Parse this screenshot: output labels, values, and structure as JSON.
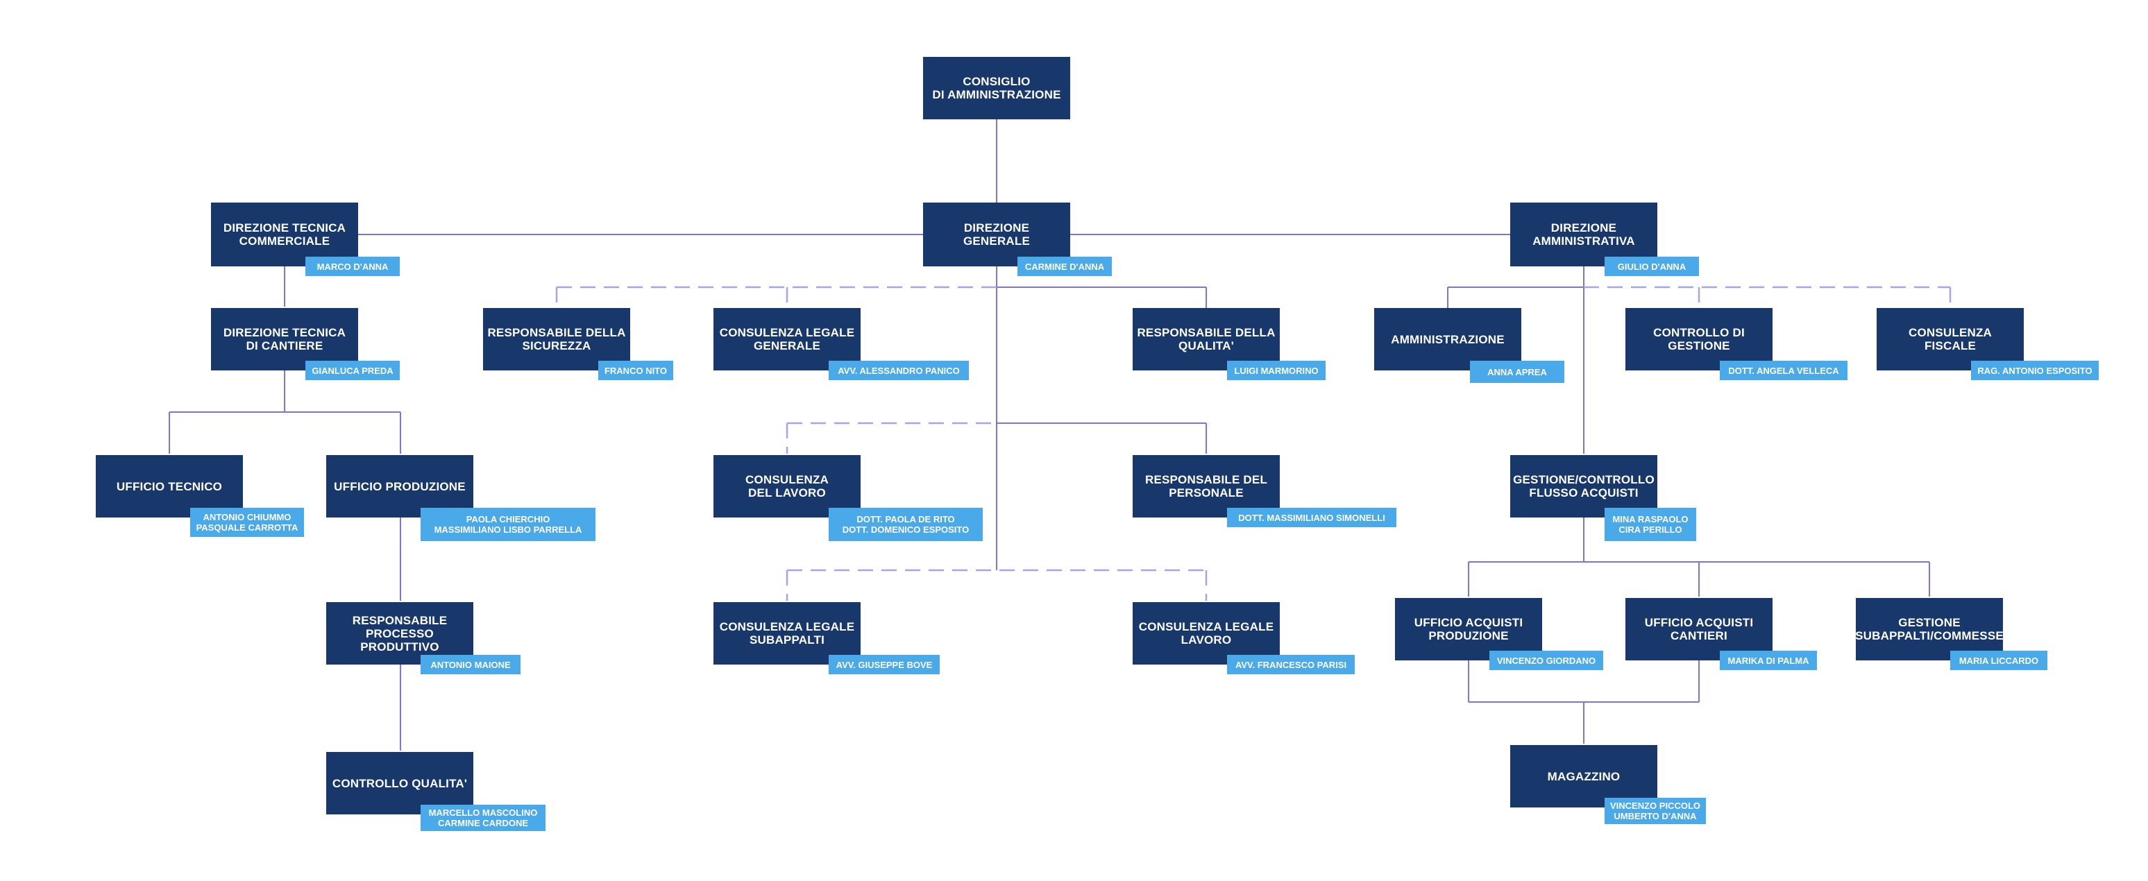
{
  "nodes": {
    "cda": "CONSIGLIO\nDI AMMINISTRAZIONE",
    "dg": "DIREZIONE\nGENERALE",
    "dtc": "DIREZIONE TECNICA\nCOMMERCIALE",
    "da": "DIREZIONE\nAMMINISTRATIVA",
    "dtcant": "DIREZIONE TECNICA\nDI CANTIERE",
    "rs": "RESPONSABILE DELLA\nSICUREZZA",
    "clg": "CONSULENZA LEGALE\nGENERALE",
    "rq": "RESPONSABILE DELLA\nQUALITA'",
    "amm": "AMMINISTRAZIONE",
    "cdg": "CONTROLLO DI\nGESTIONE",
    "cf": "CONSULENZA\nFISCALE",
    "ut": "UFFICIO TECNICO",
    "up": "UFFICIO PRODUZIONE",
    "cl": "CONSULENZA\nDEL LAVORO",
    "rp": "RESPONSABILE DEL\nPERSONALE",
    "gca": "GESTIONE/CONTROLLO\nFLUSSO ACQUISTI",
    "rpp": "RESPONSABILE\nPROCESSO PRODUTTIVO",
    "cls": "CONSULENZA LEGALE\nSUBAPPALTI",
    "cll": "CONSULENZA LEGALE\nLAVORO",
    "uap": "UFFICIO ACQUISTI\nPRODUZIONE",
    "uac": "UFFICIO ACQUISTI\nCANTIERI",
    "gsc": "GESTIONE\nSUBAPPALTI/COMMESSE",
    "cq": "CONTROLLO QUALITA'",
    "mag": "MAGAZZINO"
  },
  "people": {
    "dg": "CARMINE D'ANNA",
    "dtc": "MARCO D'ANNA",
    "da": "GIULIO D'ANNA",
    "dtcant": "GIANLUCA PREDA",
    "rs": "FRANCO NITO",
    "clg": "AVV. ALESSANDRO PANICO",
    "rq": "LUIGI MARMORINO",
    "amm": "ANNA APREA",
    "cdg": "DOTT. ANGELA VELLECA",
    "cf": "RAG. ANTONIO ESPOSITO",
    "ut": "ANTONIO CHIUMMO\nPASQUALE CARROTTA",
    "up": "PAOLA CHIERCHIO\nMASSIMILIANO LISBO PARRELLA",
    "cl": "DOTT. PAOLA DE RITO\nDOTT. DOMENICO  ESPOSITO",
    "rp": "DOTT. MASSIMILIANO SIMONELLI",
    "gca": "MINA RASPAOLO\nCIRA PERILLO",
    "rpp": "ANTONIO MAIONE",
    "cls": "AVV. GIUSEPPE BOVE",
    "cll": "AVV. FRANCESCO PARISI",
    "uap": "VINCENZO GIORDANO",
    "uac": "MARIKA DI PALMA",
    "gsc": "MARIA LICCARDO",
    "cq": "MARCELLO MASCOLINO\nCARMINE CARDONE",
    "mag": "VINCENZO PICCOLO\nUMBERTO D'ANNA"
  },
  "colors": {
    "node": "#18376b",
    "tag": "#4aa9e8",
    "line": "#7b73e6",
    "dashed": "#a7a2f0"
  }
}
